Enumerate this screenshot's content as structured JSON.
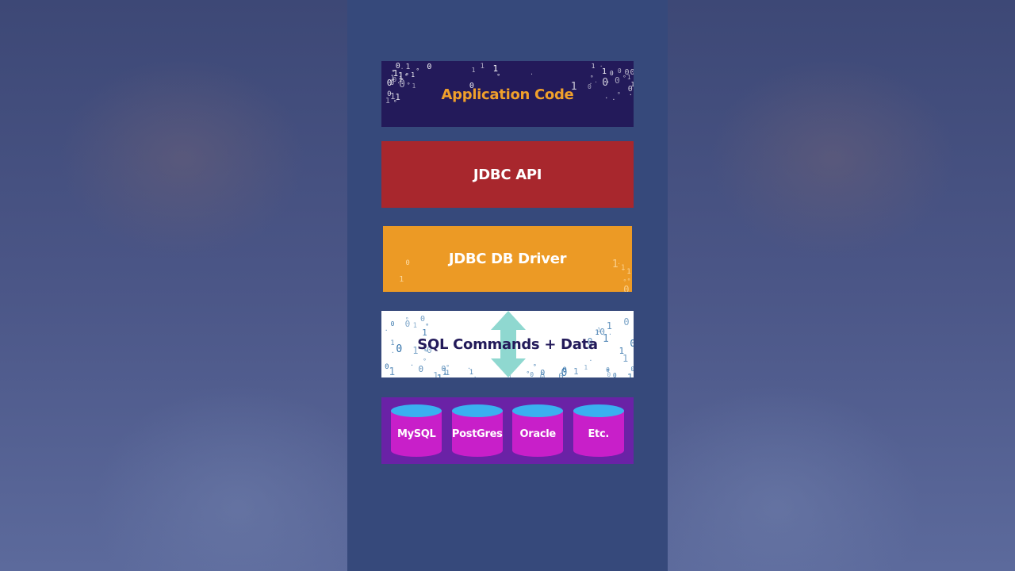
{
  "diagram": {
    "layers": [
      {
        "label": "Application Code",
        "color": "#231a5a",
        "text_color": "#f0a02b"
      },
      {
        "label": "JDBC API",
        "color": "#a8272d",
        "text_color": "#ffffff"
      },
      {
        "label": "JDBC DB Driver",
        "color": "#ec9a25",
        "text_color": "#ffffff"
      },
      {
        "label": "SQL Commands + Data",
        "color": "#ffffff",
        "text_color": "#231a5a",
        "arrow": "bidirectional-arrow-icon",
        "arrow_color": "#8fd8d0"
      },
      {
        "databases": [
          {
            "label": "MySQL"
          },
          {
            "label": "PostGres"
          },
          {
            "label": "Oracle"
          },
          {
            "label": "Etc."
          }
        ],
        "color": "#6a22a6",
        "cylinder_color": "#c81fc9",
        "cylinder_top_color": "#3ab0f0"
      }
    ]
  }
}
